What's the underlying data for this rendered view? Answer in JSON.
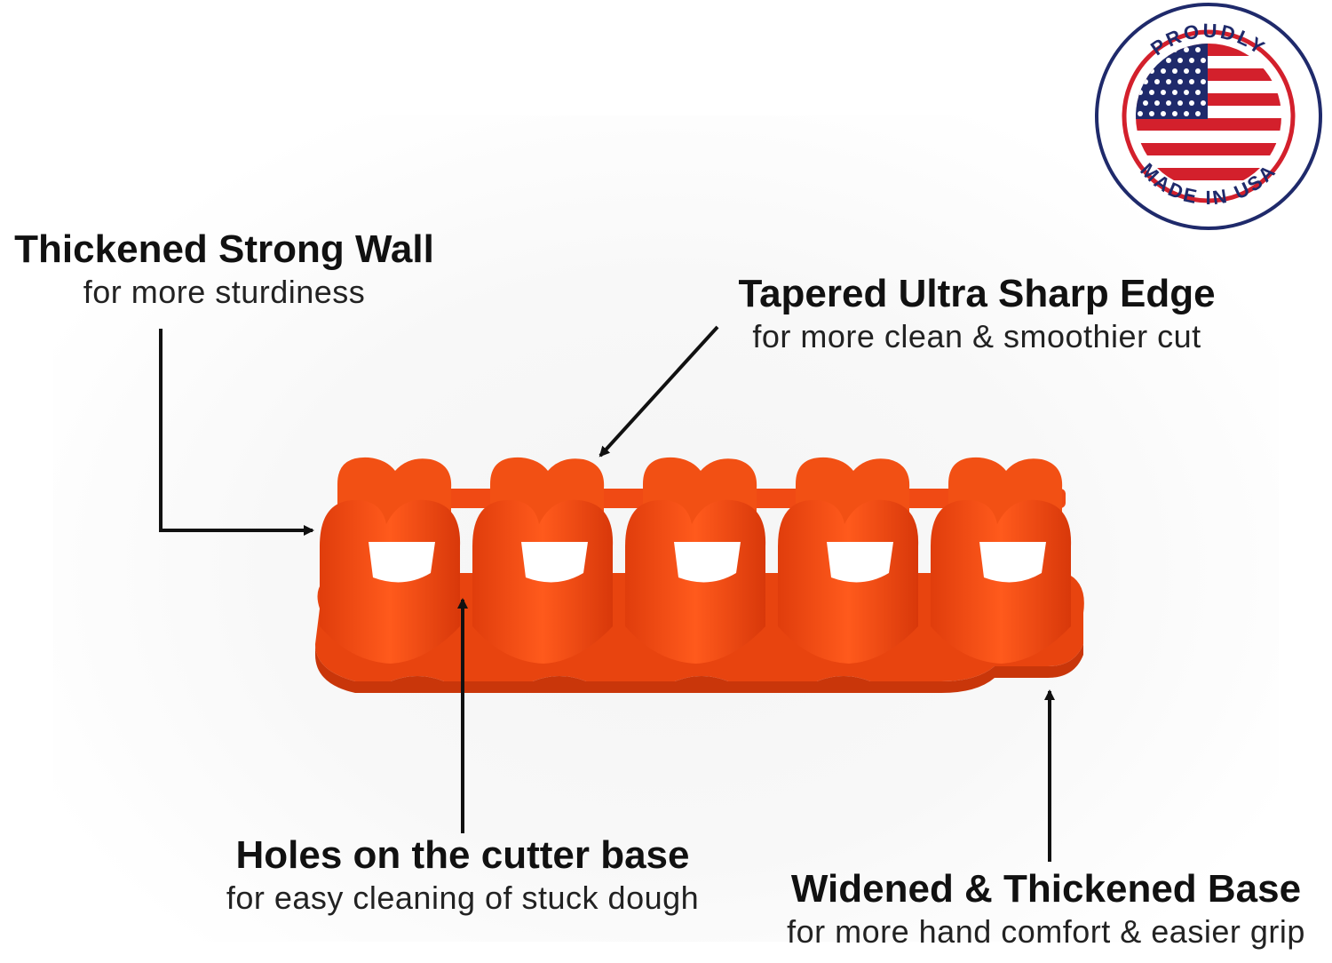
{
  "callouts": {
    "wall": {
      "title": "Thickened Strong Wall",
      "subtitle": "for more sturdiness"
    },
    "edge": {
      "title": "Tapered Ultra Sharp Edge",
      "subtitle": "for more clean & smoothier cut"
    },
    "holes": {
      "title": "Holes on the cutter base",
      "subtitle": "for easy cleaning of stuck dough"
    },
    "base": {
      "title": "Widened  & Thickened Base",
      "subtitle": "for more hand comfort & easier grip"
    }
  },
  "badge": {
    "top_text": "PROUDLY",
    "bottom_text": "MADE IN USA",
    "icon": "us-flag-icon",
    "colors": {
      "ring": "#1f2a6b",
      "red": "#d3202c",
      "blue": "#1f2a6b"
    }
  },
  "product": {
    "icon": "cookie-cutter-set",
    "cutter_count": 5,
    "color": "#f24a12"
  }
}
